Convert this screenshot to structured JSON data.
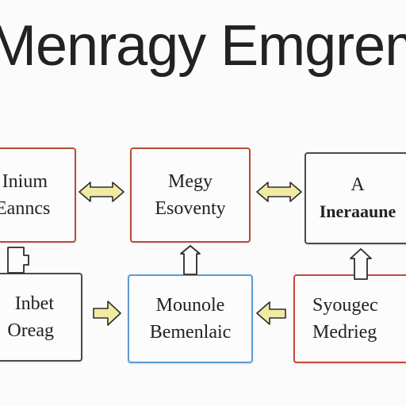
{
  "title": "Menragy Emgremt",
  "boxes": [
    {
      "l1": "Inium",
      "l2": "Eanncs"
    },
    {
      "l1": "Megy",
      "l2": "Esoventy"
    },
    {
      "l1": "A",
      "l2": "Ineraaune"
    },
    {
      "l1": "Inbet",
      "l2": "Oreag"
    },
    {
      "l1": "Mounole",
      "l2": "Bemenlaic"
    },
    {
      "l1": "Syougec",
      "l2": "Medrieg"
    }
  ],
  "colors": {
    "arrow_fill": "#f1eaa3",
    "arrow_stroke": "#2c2c2c",
    "box_red": "#b94c36",
    "box_gray": "#4a4a4a",
    "box_blue": "#5d9ad3"
  }
}
